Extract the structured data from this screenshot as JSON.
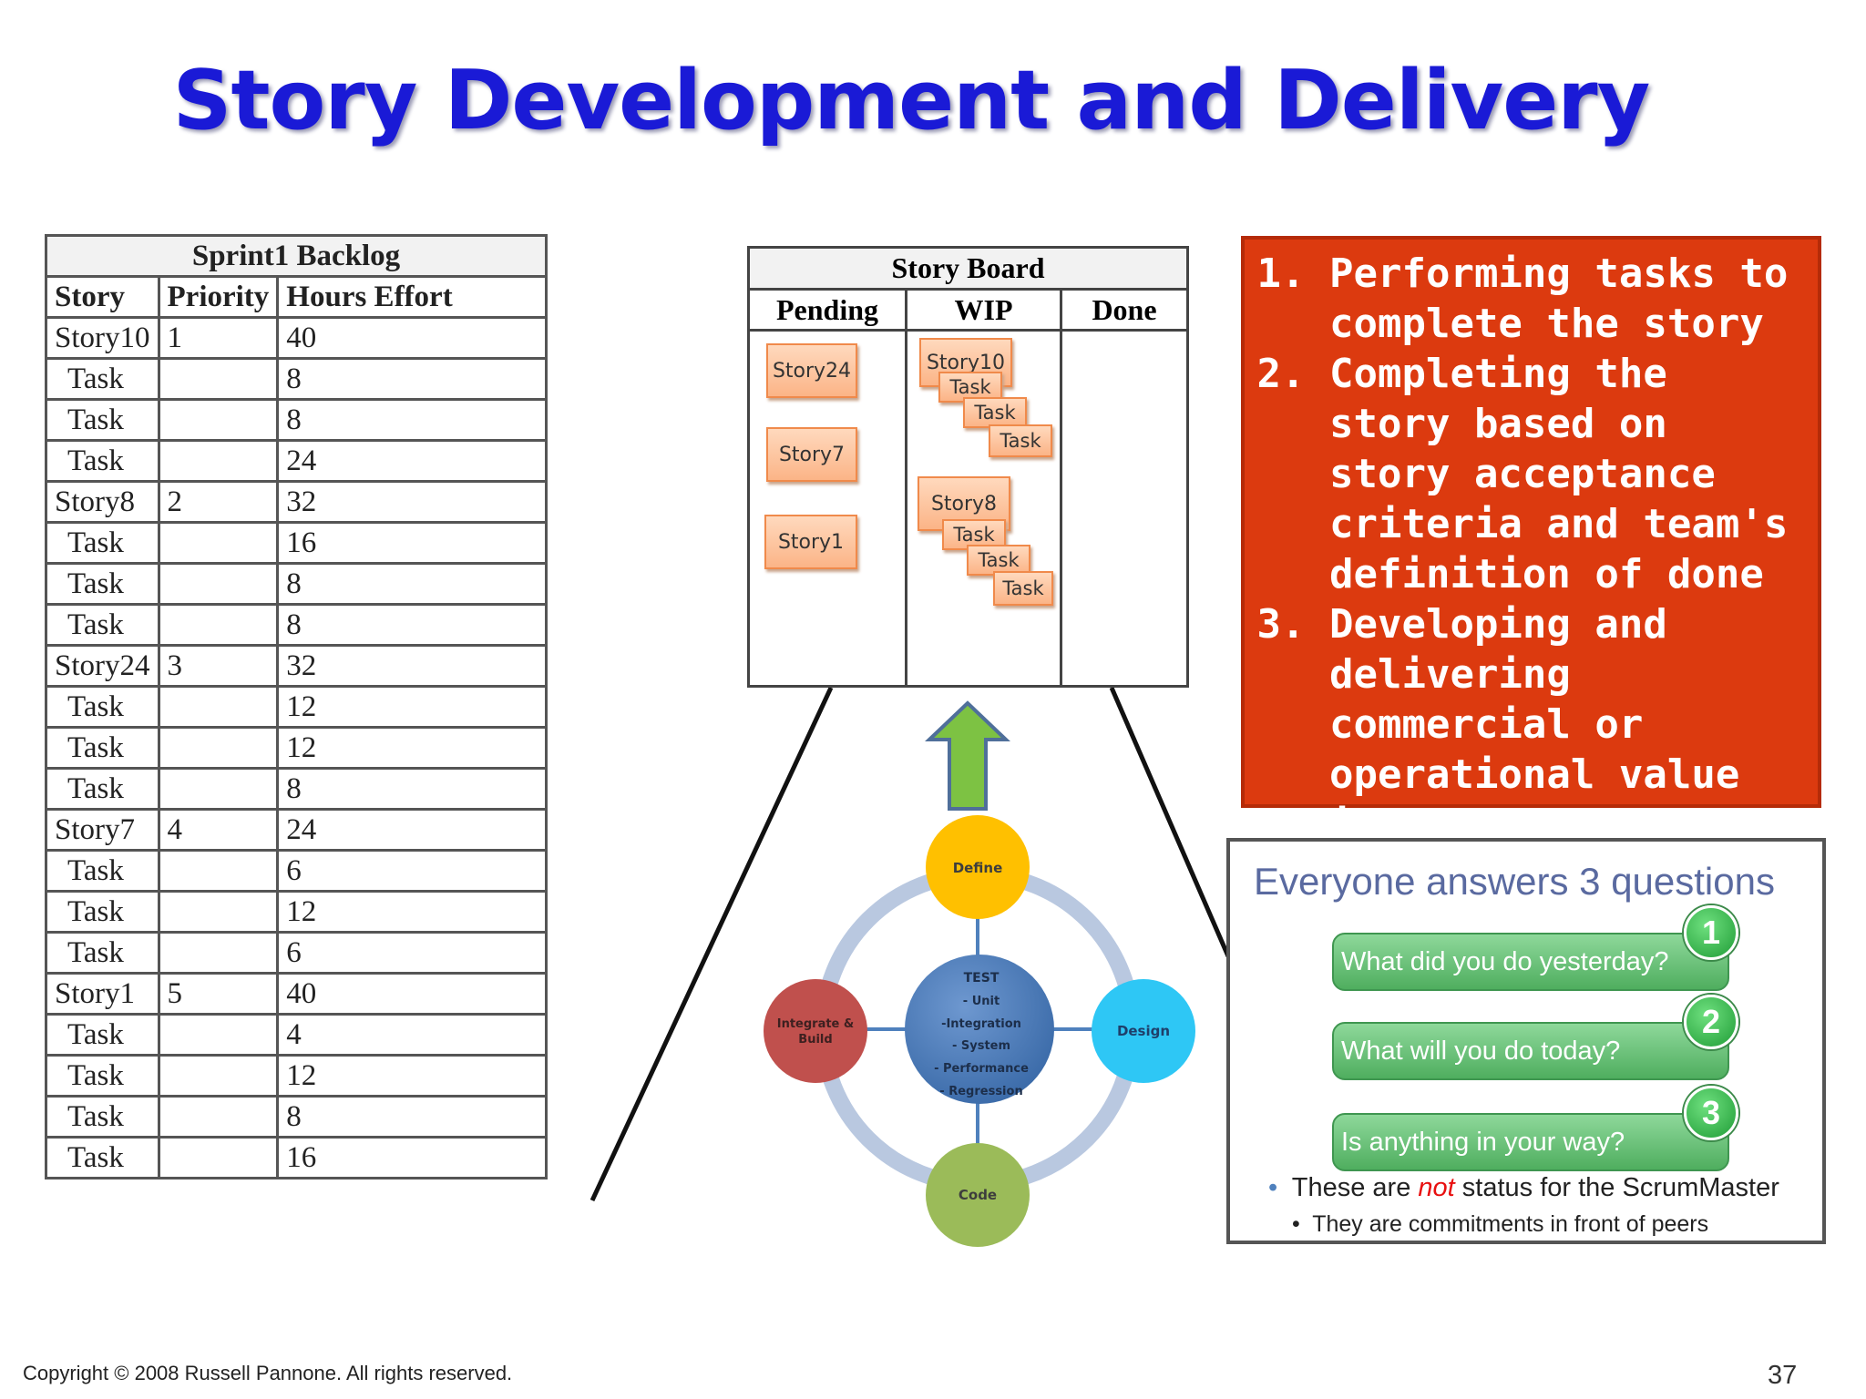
{
  "title": "Story Development and Delivery",
  "backlog": {
    "caption": "Sprint1   Backlog",
    "headers": [
      "Story",
      "Priority",
      "Hours Effort"
    ],
    "rows": [
      [
        "Story10",
        "1",
        "40"
      ],
      [
        "Task",
        "",
        "8"
      ],
      [
        "Task",
        "",
        "8"
      ],
      [
        "Task",
        "",
        "24"
      ],
      [
        "Story8",
        "2",
        "32"
      ],
      [
        "Task",
        "",
        "16"
      ],
      [
        "Task",
        "",
        "8"
      ],
      [
        "Task",
        "",
        "8"
      ],
      [
        "Story24",
        "3",
        "32"
      ],
      [
        "Task",
        "",
        "12"
      ],
      [
        "Task",
        "",
        "12"
      ],
      [
        "Task",
        "",
        "8"
      ],
      [
        "Story7",
        "4",
        "24"
      ],
      [
        "Task",
        "",
        "6"
      ],
      [
        "Task",
        "",
        "12"
      ],
      [
        "Task",
        "",
        "6"
      ],
      [
        "Story1",
        "5",
        "40"
      ],
      [
        "Task",
        "",
        "4"
      ],
      [
        "Task",
        "",
        "12"
      ],
      [
        "Task",
        "",
        "8"
      ],
      [
        "Task",
        "",
        "16"
      ]
    ]
  },
  "storyboard": {
    "caption": "Story Board",
    "columns": [
      "Pending",
      "WIP",
      "Done"
    ],
    "pending": [
      "Story24",
      "Story7",
      "Story1"
    ],
    "wip_groups": [
      {
        "story": "Story10",
        "tasks": [
          "Task",
          "Task",
          "Task"
        ]
      },
      {
        "story": "Story8",
        "tasks": [
          "Task",
          "Task",
          "Task"
        ]
      }
    ]
  },
  "cycle": {
    "top": "Define",
    "right": "Design",
    "bottom": "Code",
    "left": [
      "Integrate &",
      "Build"
    ],
    "center": [
      "TEST",
      "- Unit",
      "-Integration",
      "- System",
      "- Performance",
      "- Regression"
    ],
    "colors": {
      "top": "#ffc000",
      "right": "#2ec7f5",
      "bottom": "#9bbb59",
      "left": "#c0504d",
      "center": "#4f81bd",
      "ring": "#b9c8e0",
      "arrow": "#7dc243"
    }
  },
  "goals": [
    "Performing tasks to complete the story",
    "Completing the story based on story acceptance criteria and team's definition of done",
    "Developing and delivering commercial or operational value incrementally"
  ],
  "standup": {
    "title": "Everyone answers 3 questions",
    "questions": [
      {
        "num": "1",
        "text": "What did you do yesterday?"
      },
      {
        "num": "2",
        "text": "What will you do today?"
      },
      {
        "num": "3",
        "text": "Is anything in your way?"
      }
    ],
    "bullet1_pre": "These are ",
    "bullet1_em": "not",
    "bullet1_post": " status for the ScrumMaster",
    "bullet2": "They are commitments in front of peers"
  },
  "footer": {
    "copyright": "Copyright © 2008 Russell Pannone. All rights reserved.",
    "page": "37"
  }
}
